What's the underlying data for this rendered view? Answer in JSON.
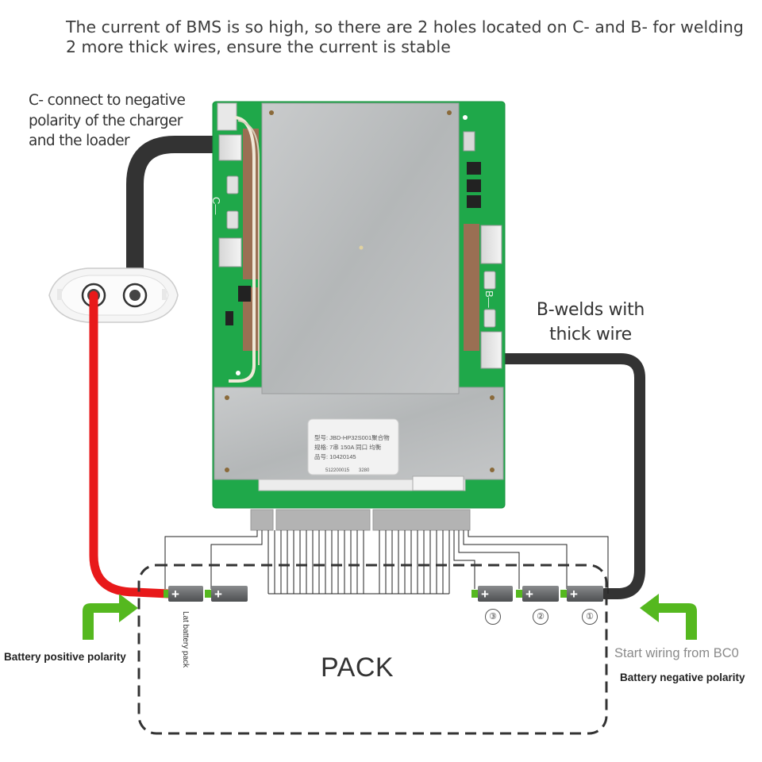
{
  "headline": {
    "line1": "The current of BMS is so high, so there are 2 holes located on C- and B- for welding",
    "line2": "2 more thick wires, ensure the current is stable"
  },
  "c_label": {
    "line1": "C- connect to negative",
    "line2": "polarity of the charger",
    "line3": "and the loader"
  },
  "b_label": {
    "line1": "B-welds with",
    "line2": "thick wire"
  },
  "battery_positive_label": "Battery positive polarity",
  "battery_negative_label": "Battery negative polarity",
  "start_wiring_label": "Start wiring from BC0",
  "pack_label": "PACK",
  "lat_label": "Lat battery pack",
  "cell_numbers": [
    "③",
    "②",
    "①"
  ],
  "board": {
    "c_minus": "C—",
    "b_minus": "B—",
    "sticker_line1": "型号: JBD-HP32S001聚合物",
    "sticker_line2": "规格: 7串 150A 同口 均衡",
    "sticker_line3": "品号: 10420145",
    "sticker_line4": "512200015",
    "sticker_line5": "3280"
  },
  "cell_sign": "+",
  "colors": {
    "positive_wire": "#e8191a",
    "negative_wire": "#333333",
    "arrow": "#55b81f",
    "board_green": "#1fa84a",
    "heatsink": "#b9bcbd"
  }
}
